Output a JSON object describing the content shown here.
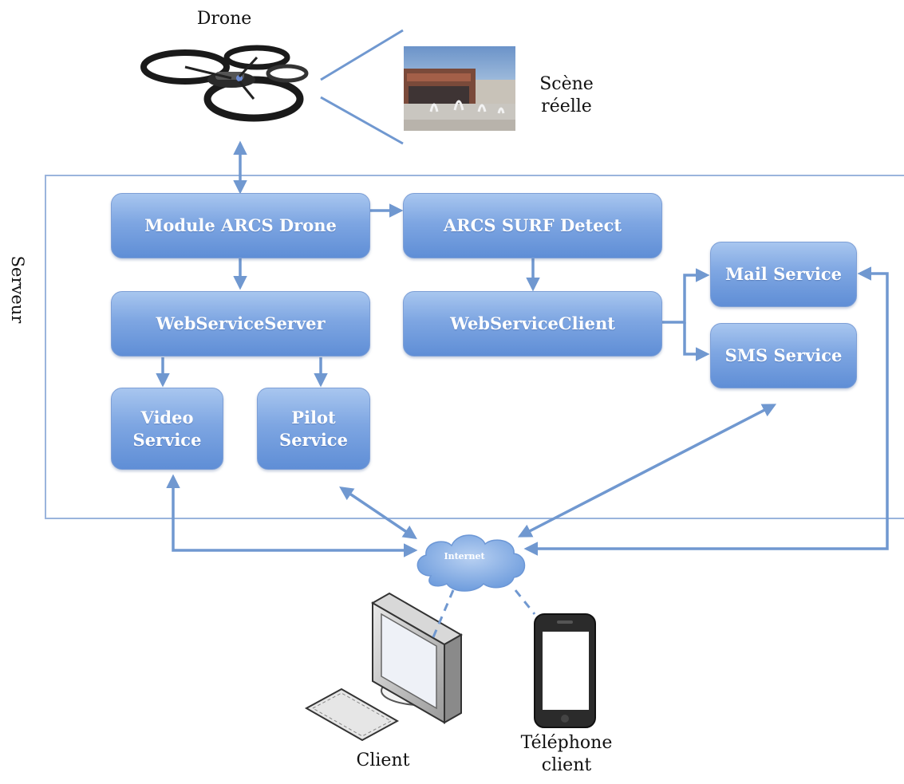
{
  "drone_label": "Drone",
  "scene_label": "Scène\nréelle",
  "server_label": "Serveur",
  "boxes": {
    "module_arcs_drone": "Module ARCS Drone",
    "arcs_surf_detect": "ARCS SURF Detect",
    "web_service_server": "WebServiceServer",
    "web_service_client": "WebServiceClient",
    "video_service": "Video\nService",
    "pilot_service": "Pilot\nService",
    "mail_service": "Mail Service",
    "sms_service": "SMS Service"
  },
  "internet_label": "Internet",
  "client_label": "Client",
  "phone_label": "Téléphone\nclient",
  "colors": {
    "box_top": "#a8c6ef",
    "box_bottom": "#5f8ed6",
    "arrow": "#7098d0",
    "server_frame": "#9ab4dc",
    "cloud": "#8fb3e6"
  },
  "icons": {
    "drone": "quadcopter-drone-icon",
    "scene": "real-scene-photo",
    "cloud": "internet-cloud-icon",
    "client": "desktop-computer-icon",
    "phone": "smartphone-icon"
  }
}
